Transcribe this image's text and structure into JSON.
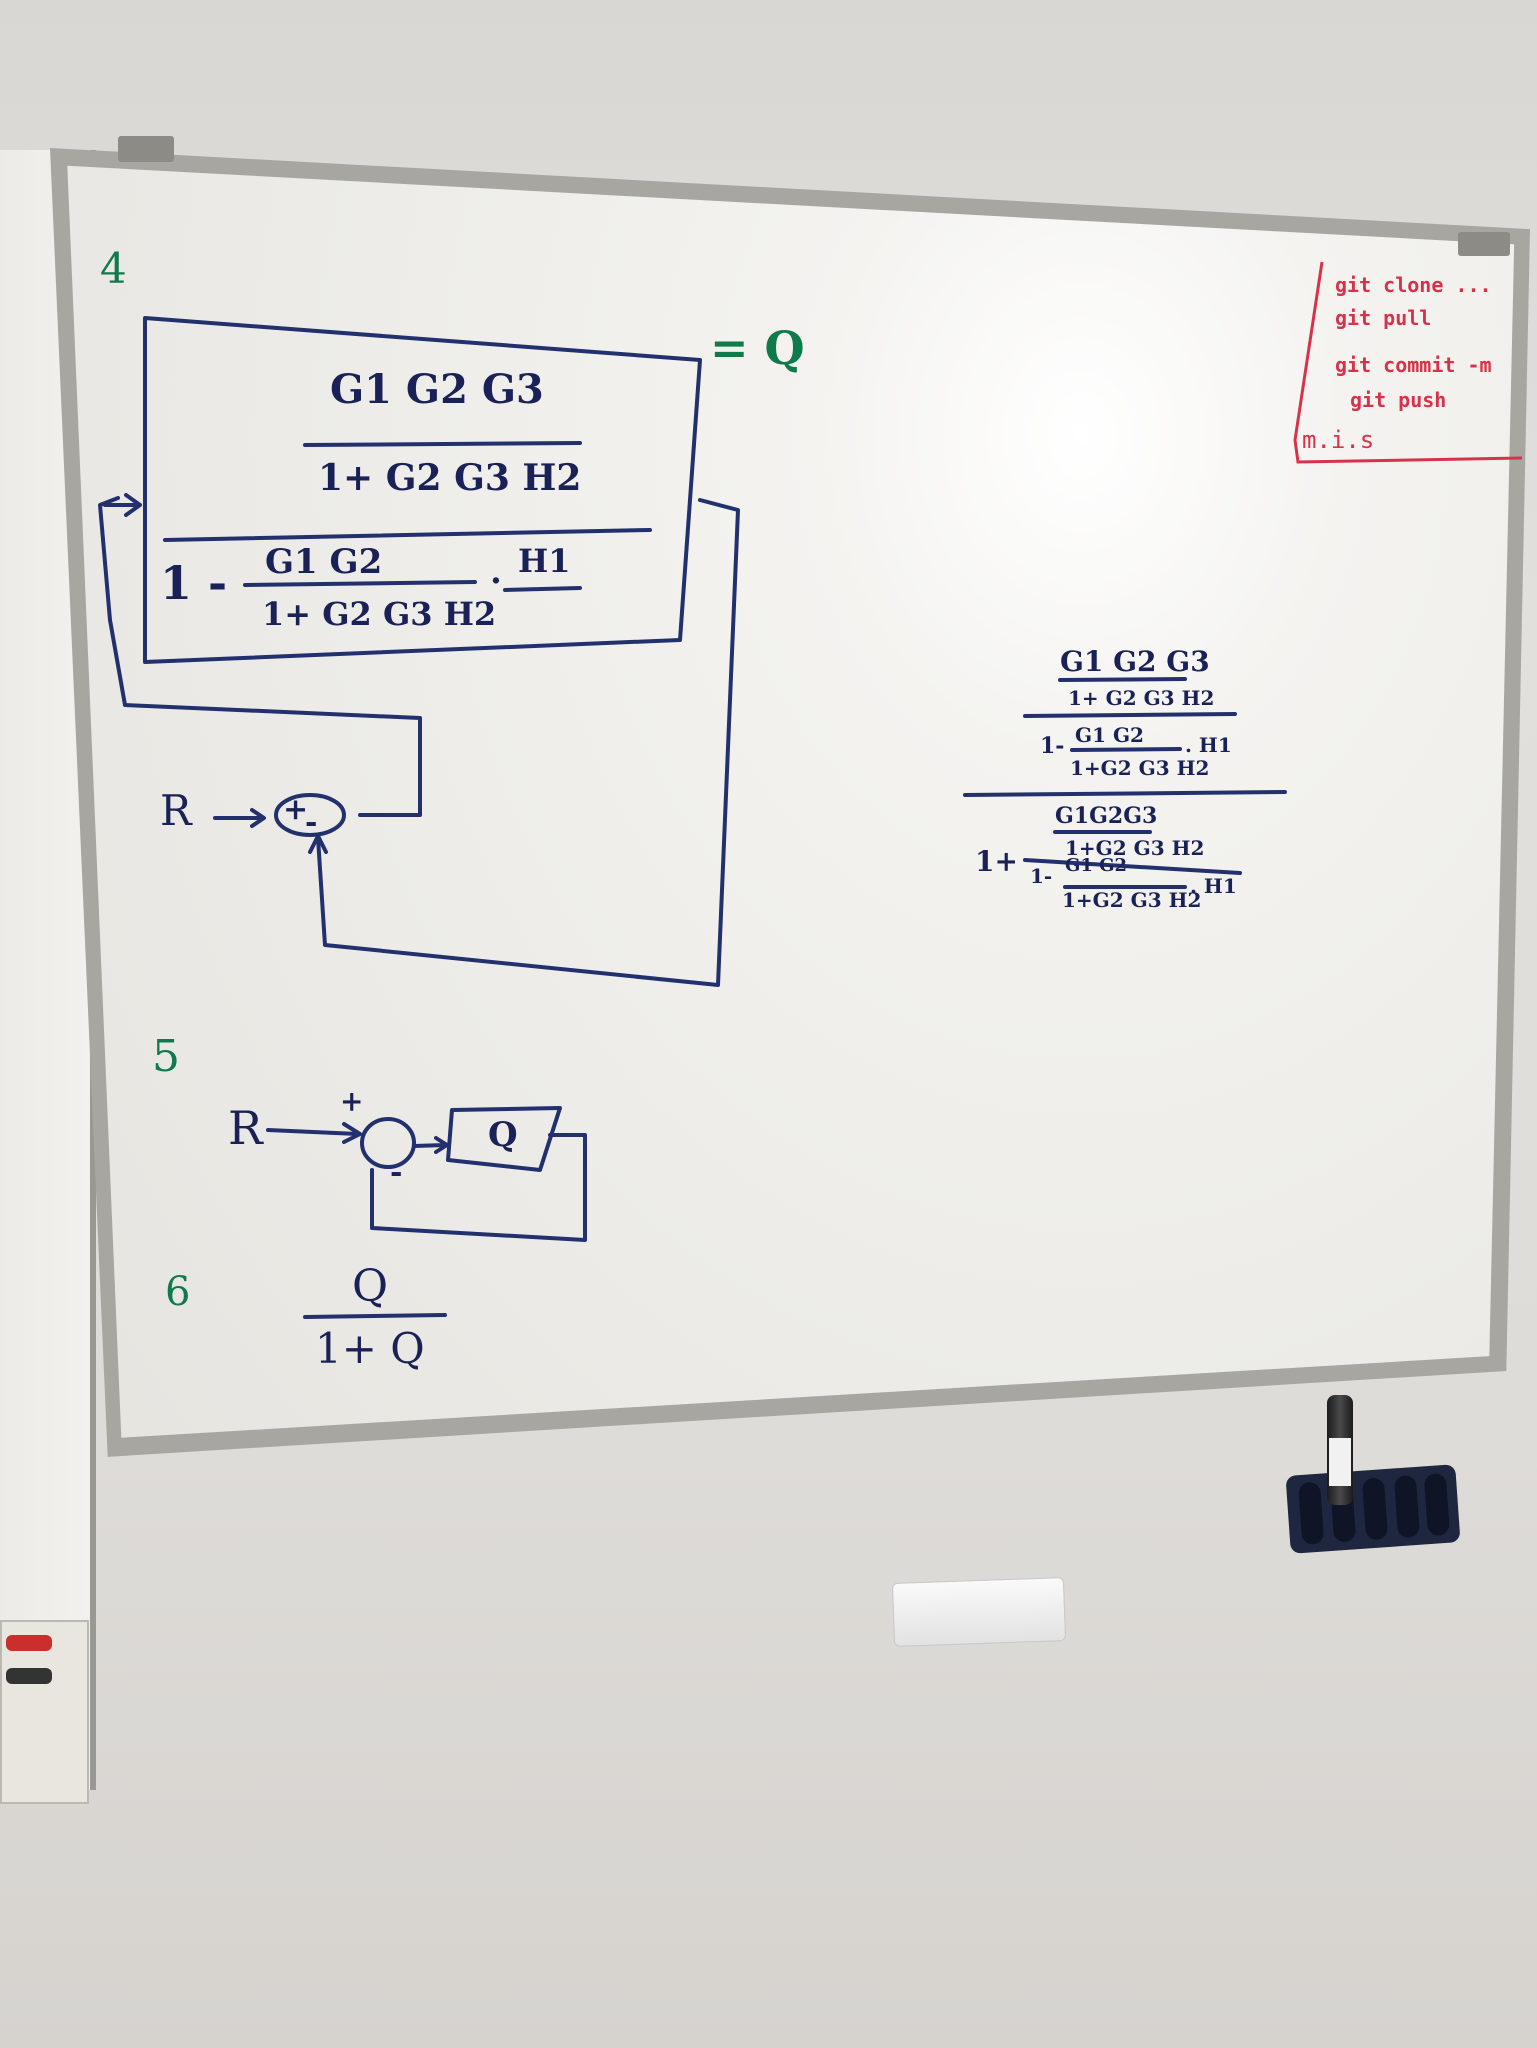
{
  "board": {
    "section4": {
      "number": "4",
      "equals_q": "= Q",
      "fraction_top_numerator": "G1 G2 G3",
      "fraction_top_denominator": "1+ G2 G3 H2",
      "bottom_prefix": "1 -",
      "bottom_numerator": "G1 G2",
      "bottom_denominator": "1+ G2 G3 H2",
      "bottom_dot": ".",
      "bottom_factor": "H1",
      "loop_input": "R",
      "loop_arrow": "→",
      "summing_plus": "+",
      "summing_minus": "-"
    },
    "section5": {
      "number": "5",
      "input": "R",
      "plus": "+",
      "minus": "-",
      "block": "Q"
    },
    "section6": {
      "number": "6",
      "numerator": "Q",
      "denominator": "1+ Q"
    },
    "right_derivation": {
      "line1_num": "G1 G2 G3",
      "line1_den": "1+ G2 G3 H2",
      "line2_prefix": "1-",
      "line2_num": "G1 G2",
      "line2_den": "1+G2 G3 H2",
      "line2_factor": ". H1",
      "line3_num": "G1G2G3",
      "line3_den": "1+G2 G3 H2",
      "line4_prefix": "1+",
      "line4_inner_prefix": "1-",
      "line4_num": "G1 G2",
      "line4_den": "1+G2 G3 H2",
      "line4_factor": ". H1"
    },
    "git_box": {
      "lines": [
        "git clone ...",
        "git pull",
        "git commit -m",
        "git push",
        "m.i.s"
      ]
    }
  },
  "colors": {
    "blue_ink": "#1d2b6b",
    "green_ink": "#0f7a4a",
    "red_ink": "#d8324a",
    "board": "#efeeea",
    "wall": "#dcdad6"
  },
  "objects": {
    "eraser": "whiteboard-eraser",
    "marker": "whiteboard-marker",
    "marker_holder": "marker-holder"
  }
}
